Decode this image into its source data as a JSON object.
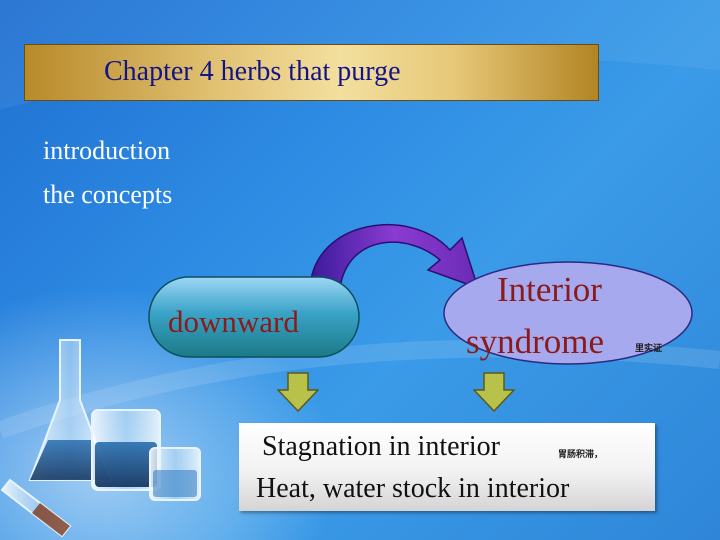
{
  "colors": {
    "background": "#2d8be3",
    "title_text": "#14148a",
    "node_text": "#8b1a1a",
    "curved_arrow": "#6a2bb5",
    "down_arrow": "#b8c24a"
  },
  "title": "Chapter 4 herbs that purge",
  "bullets": [
    "introduction",
    "the concepts"
  ],
  "diagram": {
    "left_node": "downward",
    "right_node_line1": "Interior",
    "right_node_line2": "syndrome",
    "right_node_note": "里实证",
    "result_line1": "Stagnation in interior",
    "result_note": "胃肠积滞，",
    "result_line2": "Heat, water stock in interior",
    "icons": [
      "curved-arrow-icon",
      "down-arrow-icon",
      "laboratory-glassware-icon"
    ]
  }
}
